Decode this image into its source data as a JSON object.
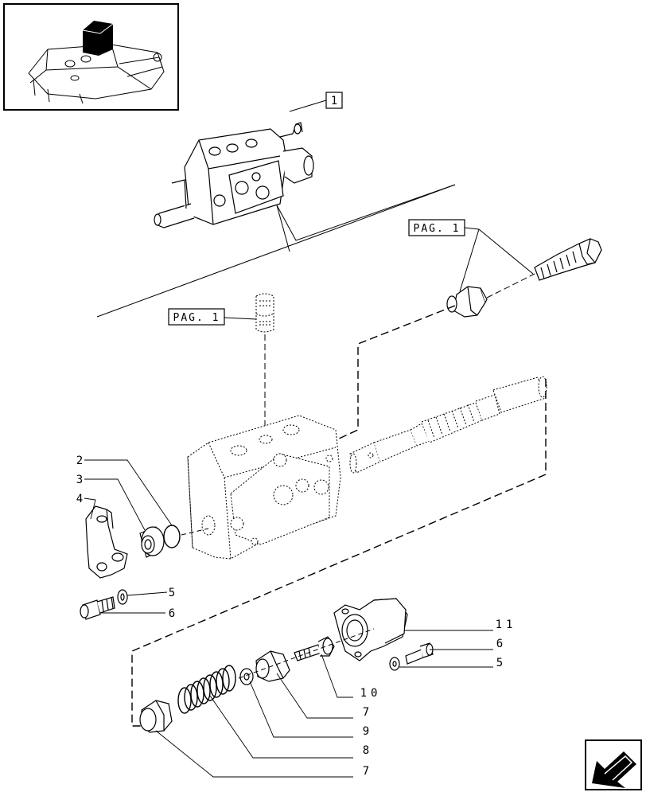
{
  "page_refs": {
    "top_ref": "1",
    "pag_top_right": "PAG. 1",
    "pag_left": "PAG. 1"
  },
  "callouts": {
    "c2": "2",
    "c3": "3",
    "c4": "4",
    "c5_left": "5",
    "c6_left": "6",
    "c11": "11",
    "c6_right": "6",
    "c5_right": "5",
    "c10": "10",
    "c7_mid": "7",
    "c9": "9",
    "c8": "8",
    "c7_bottom": "7"
  },
  "icons": {
    "thumbnail": "tractor-hitch-locator-icon",
    "nav": "next-page-arrow-icon"
  }
}
